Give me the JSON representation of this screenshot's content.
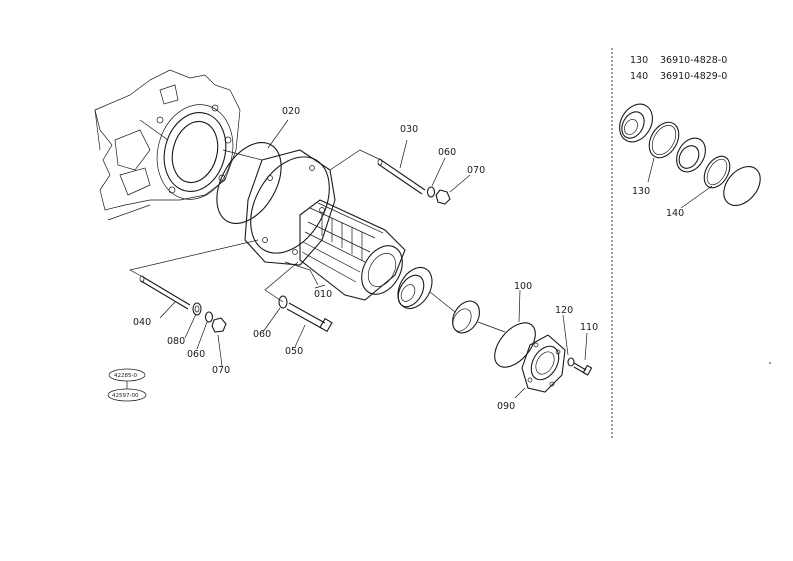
{
  "callouts": {
    "c010": "010",
    "c020": "020",
    "c030": "030",
    "c040": "040",
    "c050": "050",
    "c060a": "060",
    "c060b": "060",
    "c060c": "060",
    "c070a": "070",
    "c070b": "070",
    "c080": "080",
    "c090": "090",
    "c100": "100",
    "c110": "110",
    "c120": "120",
    "c130": "130",
    "c140": "140"
  },
  "refs": {
    "ref_top": "42285-0",
    "ref_bottom": "42597-00"
  },
  "parts_table": [
    {
      "ref": "130",
      "part_no": "36910-4828-0"
    },
    {
      "ref": "140",
      "part_no": "36910-4829-0"
    }
  ]
}
